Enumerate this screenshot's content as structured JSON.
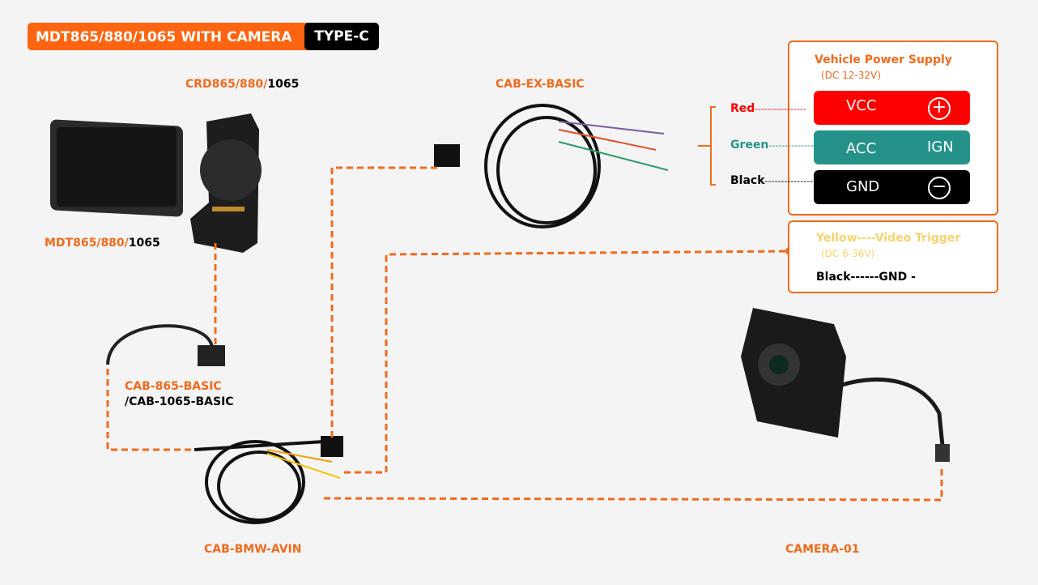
{
  "title": {
    "main": "MDT865/880/1065 WITH CAMERA",
    "type": "TYPE-C"
  },
  "labels": {
    "cradle_orange": "CRD865/880/",
    "cradle_black": "1065",
    "tablet_orange": "MDT865/880/",
    "tablet_black": "1065",
    "ex_basic": "CAB-EX-BASIC",
    "basic_865": "CAB-865-BASIC",
    "basic_1065": "/CAB-1065-BASIC",
    "avin": "CAB-BMW-AVIN",
    "camera": "CAMERA-01"
  },
  "power": {
    "title": "Vehicle Power Supply",
    "range": "(DC 12-32V)",
    "wires": [
      {
        "color_name": "Red",
        "dashes": "----------------",
        "signal": "VCC",
        "extra": "+",
        "color": "#ff0000"
      },
      {
        "color_name": "Green",
        "dashes": "---------------",
        "signal": "ACC",
        "extra": "IGN",
        "color": "#25928a"
      },
      {
        "color_name": "Black",
        "dashes": "---------------",
        "signal": "GND",
        "extra": "−",
        "color": "#000000"
      }
    ]
  },
  "trigger": {
    "title": "Yellow----Video Trigger",
    "range": "(DC 6-36V)",
    "gnd": "Black------GND -"
  },
  "colors": {
    "accent": "#f26a1b",
    "trigger": "#f7d36b"
  }
}
